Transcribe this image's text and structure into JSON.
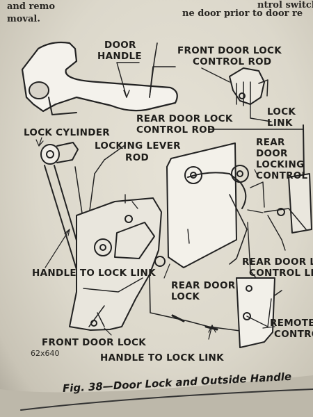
{
  "header": {
    "line1_left": "and remo",
    "line1_right": "ntrol switch",
    "line2_left": "moval.",
    "line2_right": "ne door prior to door re"
  },
  "labels": {
    "door_handle_1": "DOOR",
    "door_handle_2": "HANDLE",
    "front_rod_1": "FRONT DOOR LOCK",
    "front_rod_2": "CONTROL ROD",
    "lock_link_1": "LOCK",
    "lock_link_2": "LINK",
    "rear_rod_1": "REAR DOOR LOCK",
    "rear_rod_2": "CONTROL ROD",
    "lock_cylinder": "LOCK CYLINDER",
    "locking_lever_1": "LOCKING LEVER",
    "locking_lever_2": "ROD",
    "rear_control_1": "REAR",
    "rear_control_2": "DOOR",
    "rear_control_3": "LOCKING",
    "rear_control_4": "CONTROL",
    "handle_link_front": "HANDLE TO LOCK LINK",
    "rear_door_lock_1": "REAR DOOR",
    "rear_door_lock_2": "LOCK",
    "rear_door_lock_rod_1": "REAR DOOR LO",
    "rear_door_lock_rod_2": "CONTROL LINK",
    "front_door_lock": "FRONT DOOR LOCK",
    "figure_number": "62x640",
    "handle_link_rear": "HANDLE TO LOCK LINK",
    "remote_1": "REMOTE",
    "remote_2": "CONTROL"
  },
  "caption": "Fig. 38—Door Lock and Outside Handle"
}
